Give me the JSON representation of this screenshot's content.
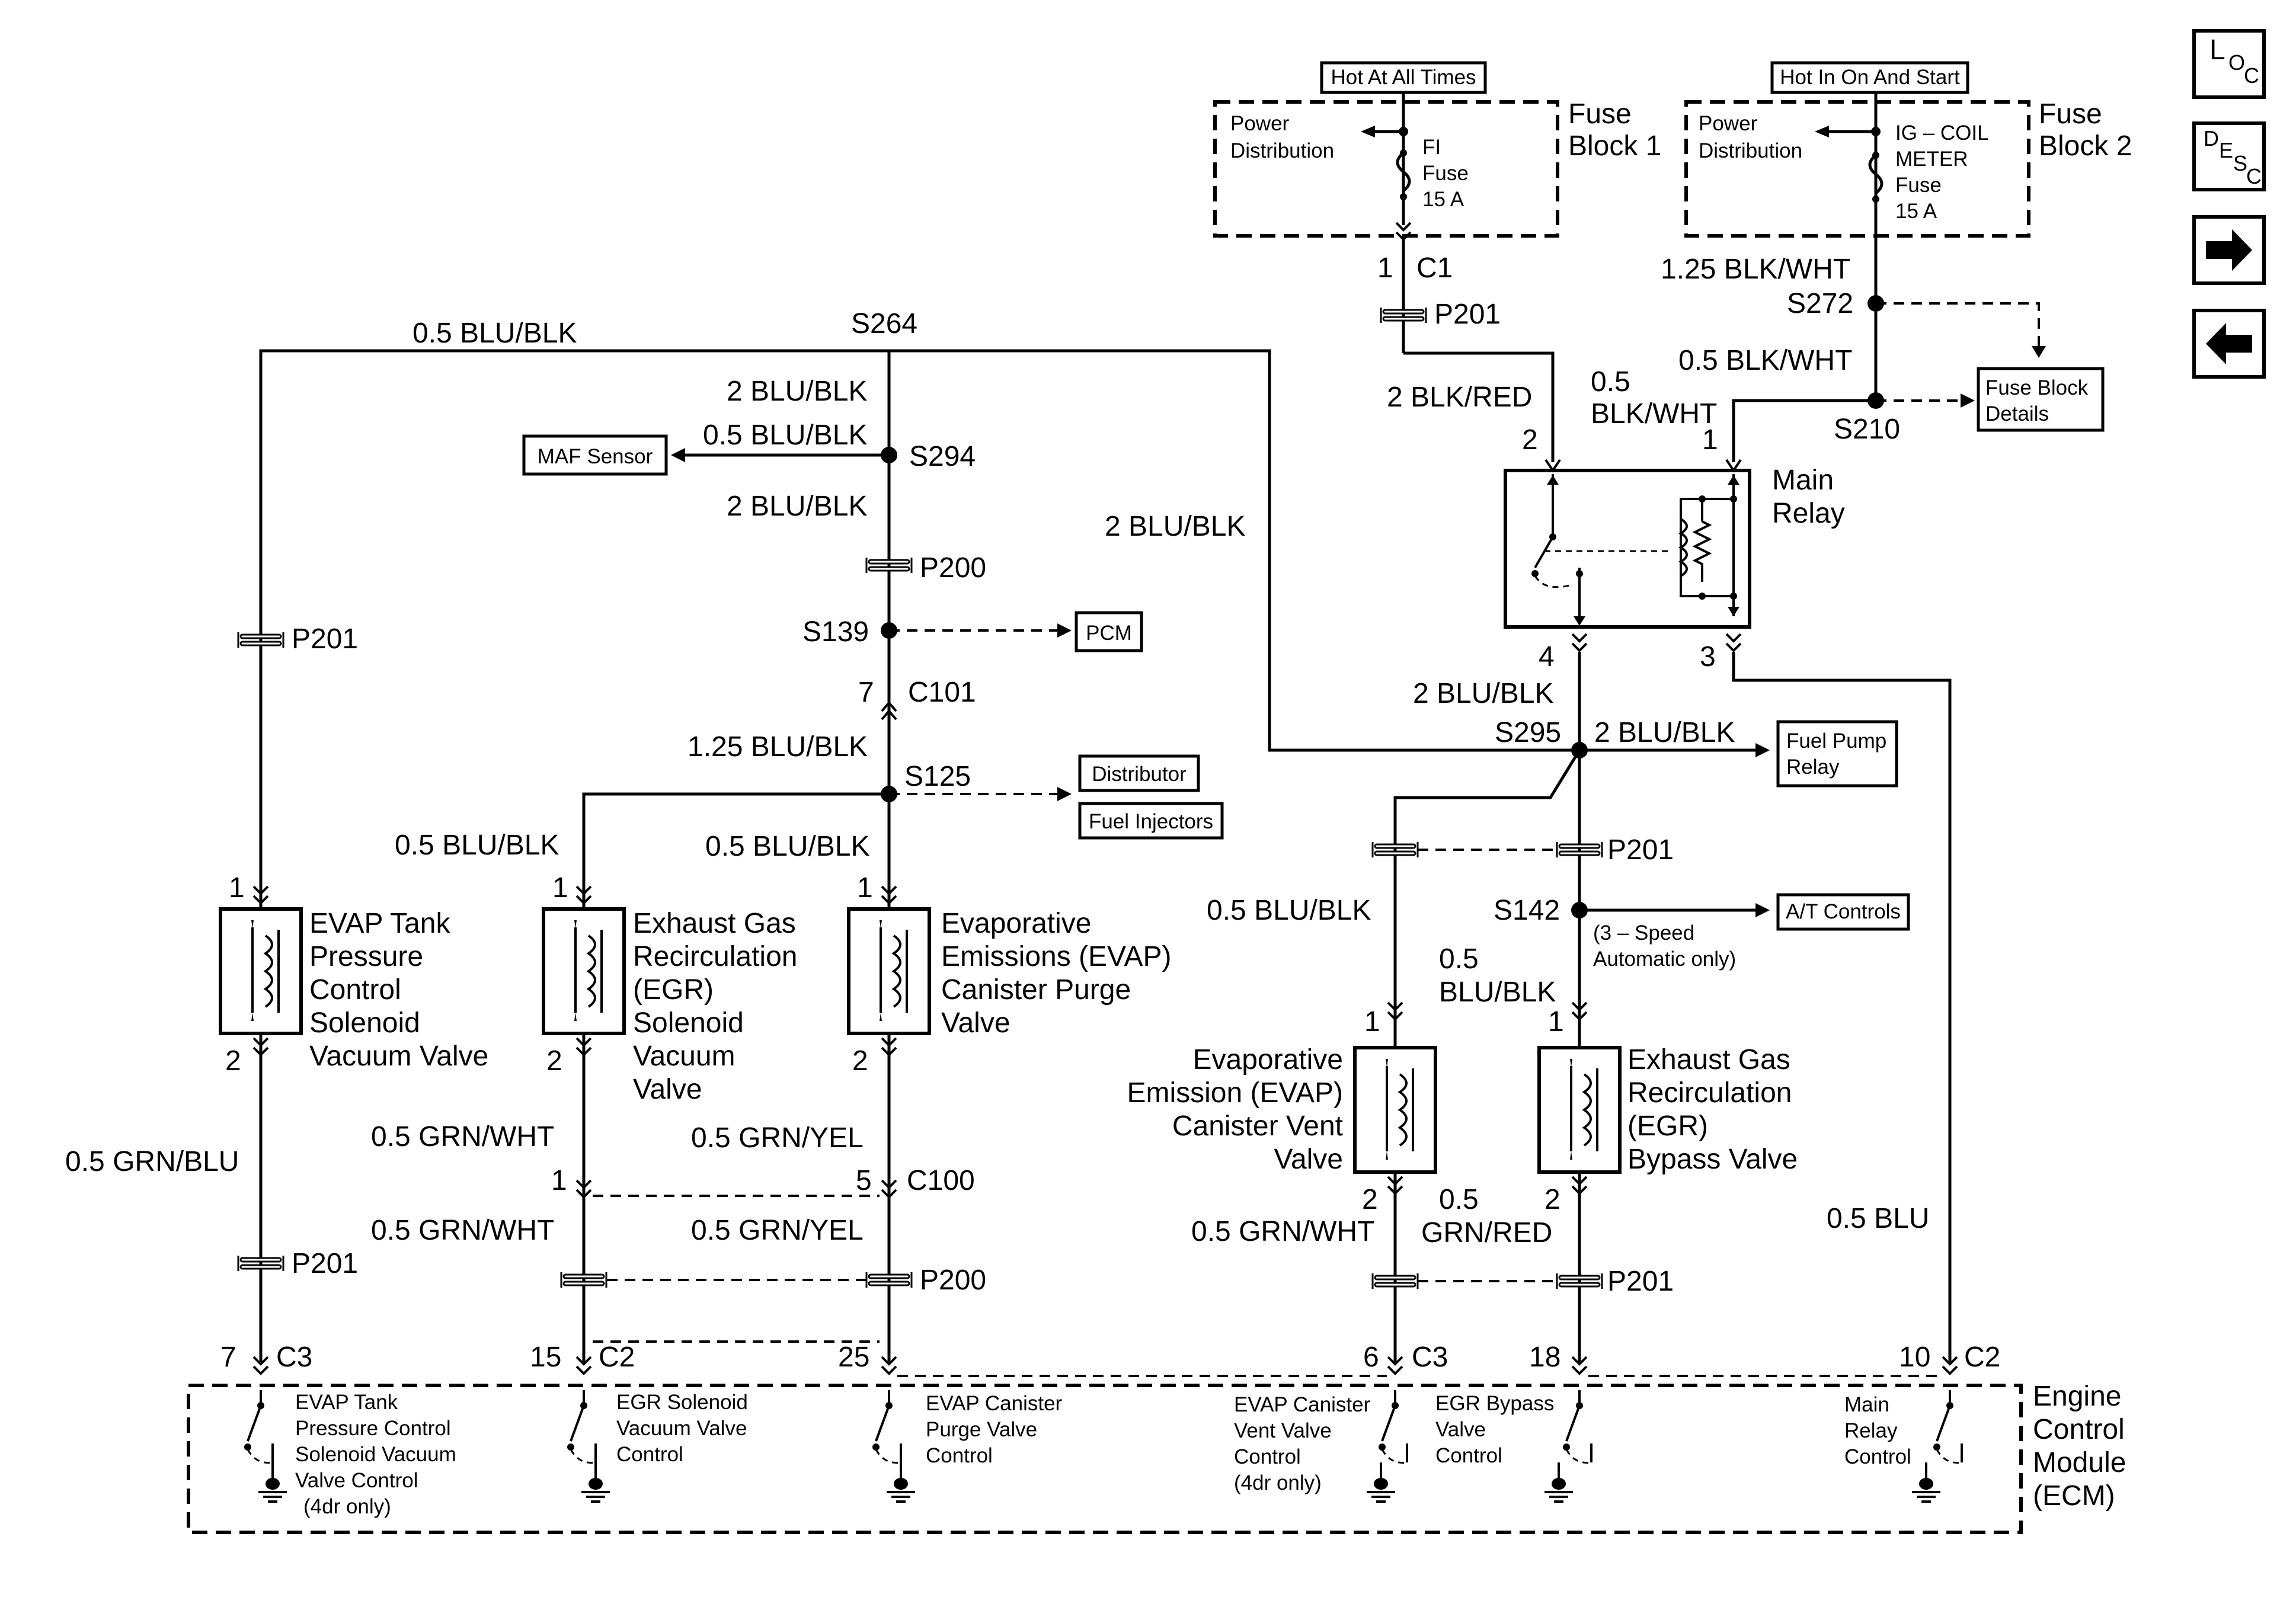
{
  "power": {
    "fb1_hot": "Hot At All Times",
    "fb2_hot": "Hot In On And Start",
    "fb1_title_1": "Fuse",
    "fb1_title_2": "Block 1",
    "fb2_title_1": "Fuse",
    "fb2_title_2": "Block 2",
    "power_dist_1": "Power",
    "power_dist_2": "Distribution",
    "fb1_fuse_1": "FI",
    "fb1_fuse_2": "Fuse",
    "fb1_fuse_3": "15 A",
    "fb2_fuse_1": "IG – COIL",
    "fb2_fuse_2": "METER",
    "fb2_fuse_3": "Fuse",
    "fb2_fuse_4": "15 A",
    "fuse_block_details_1": "Fuse Block",
    "fuse_block_details_2": "Details"
  },
  "wires": {
    "w_05_blu_blk": "0.5 BLU/BLK",
    "w_2_blu_blk": "2 BLU/BLK",
    "w_125_blu_blk": "1.25 BLU/BLK",
    "w_2_blk_red": "2 BLK/RED",
    "w_125_blk_wht": "1.25 BLK/WHT",
    "w_05_blk_wht": "0.5 BLK/WHT",
    "w_05": "0.5",
    "w_blk_wht": "BLK/WHT",
    "w_blu_blk": "BLU/BLK",
    "w_05_grn_blu": "0.5 GRN/BLU",
    "w_05_grn_wht": "0.5 GRN/WHT",
    "w_05_grn_yel": "0.5 GRN/YEL",
    "w_grn_red": "GRN/RED",
    "w_05_blu": "0.5 BLU"
  },
  "splices": {
    "s264": "S264",
    "s294": "S294",
    "s139": "S139",
    "s125": "S125",
    "s272": "S272",
    "s210": "S210",
    "s295": "S295",
    "s142": "S142"
  },
  "connectors": {
    "c1": "C1",
    "c2": "C2",
    "c3": "C3",
    "c100": "C100",
    "c101": "C101",
    "p200": "P200",
    "p201": "P201"
  },
  "pins": {
    "p1": "1",
    "p2": "2",
    "p3": "3",
    "p4": "4",
    "p5": "5",
    "p6": "6",
    "p7": "7",
    "p10": "10",
    "p15": "15",
    "p18": "18",
    "p25": "25"
  },
  "destinations": {
    "maf_sensor": "MAF Sensor",
    "pcm": "PCM",
    "distributor": "Distributor",
    "fuel_injectors": "Fuel Injectors",
    "fuel_pump_relay_1": "Fuel Pump",
    "fuel_pump_relay_2": "Relay",
    "at_controls": "A/T Controls",
    "at_note_1": "(3 – Speed",
    "at_note_2": "Automatic only)"
  },
  "relay": {
    "l1": "Main",
    "l2": "Relay"
  },
  "components": {
    "evap_tank": [
      "EVAP Tank",
      "Pressure",
      "Control",
      "Solenoid",
      "Vacuum Valve"
    ],
    "egr_solenoid": [
      "Exhaust Gas",
      "Recirculation",
      "(EGR)",
      "Solenoid",
      "Vacuum",
      "Valve"
    ],
    "evap_purge": [
      "Evaporative",
      "Emissions (EVAP)",
      "Canister Purge",
      "Valve"
    ],
    "evap_vent": [
      "Evaporative",
      "Emission (EVAP)",
      "Canister Vent",
      "Valve"
    ],
    "egr_bypass": [
      "Exhaust Gas",
      "Recirculation",
      "(EGR)",
      "Bypass Valve"
    ]
  },
  "ecm": {
    "title": [
      "Engine",
      "Control",
      "Module",
      "(ECM)"
    ],
    "evap_tank_ctrl": [
      "EVAP Tank",
      "Pressure Control",
      "Solenoid Vacuum",
      "Valve Control",
      "(4dr only)"
    ],
    "egr_sol_ctrl": [
      "EGR Solenoid",
      "Vacuum Valve",
      "Control"
    ],
    "evap_purge_ctrl": [
      "EVAP Canister",
      "Purge Valve",
      "Control"
    ],
    "evap_vent_ctrl": [
      "EVAP Canister",
      "Vent Valve",
      "Control",
      "(4dr only)"
    ],
    "egr_bypass_ctrl": [
      "EGR Bypass",
      "Valve",
      "Control"
    ],
    "main_relay_ctrl": [
      "Main",
      "Relay",
      "Control"
    ]
  },
  "nav": {
    "loc": [
      "L",
      "O",
      "C"
    ],
    "desc": [
      "D",
      "E",
      "S",
      "C"
    ]
  }
}
